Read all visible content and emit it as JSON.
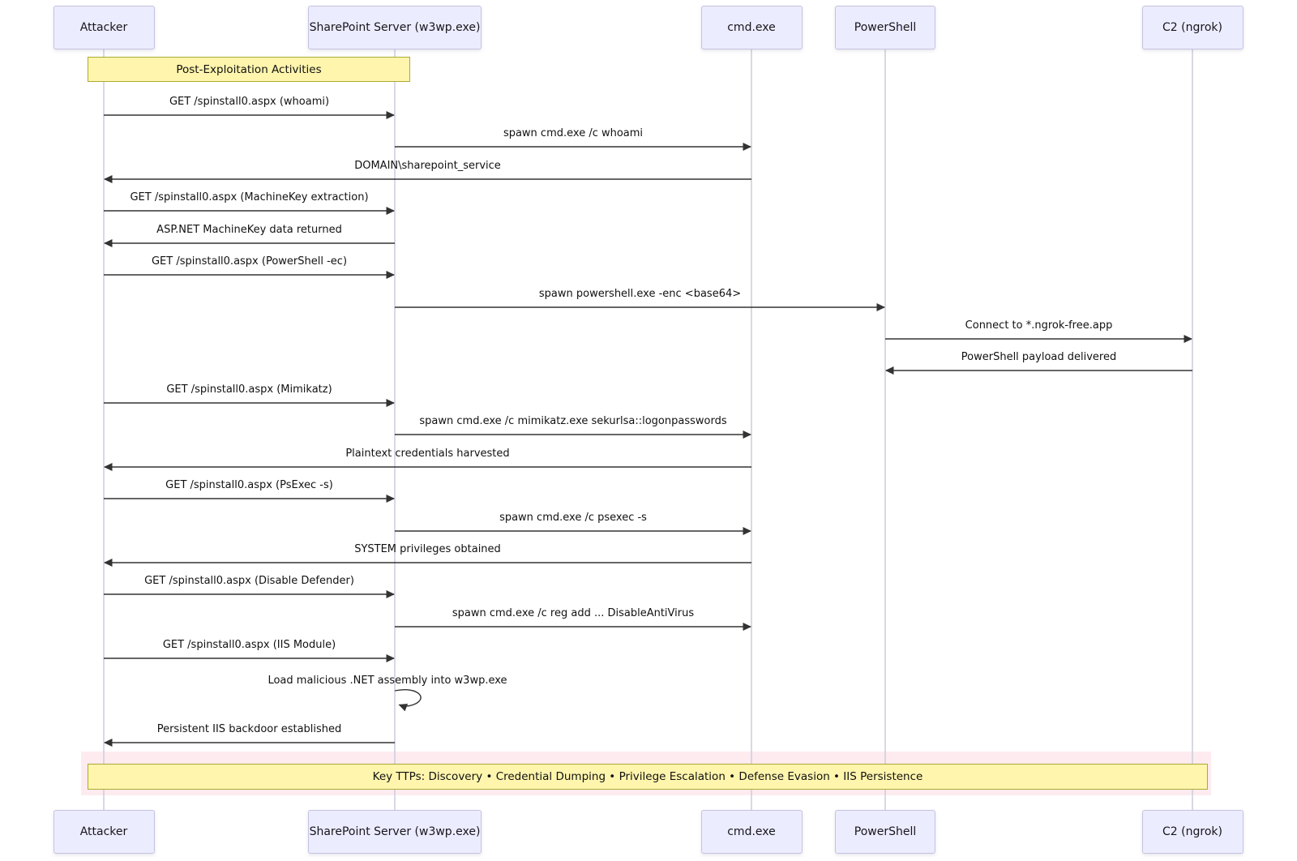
{
  "diagram": {
    "top_note": "Post-Exploitation Activities",
    "bottom_note": "Key TTPs: Discovery • Credential Dumping • Privilege Escalation • Defense Evasion • IIS Persistence",
    "actors": [
      {
        "id": "attacker",
        "label": "Attacker"
      },
      {
        "id": "sharepoint",
        "label": "SharePoint Server (w3wp.exe)"
      },
      {
        "id": "cmd",
        "label": "cmd.exe"
      },
      {
        "id": "powershell",
        "label": "PowerShell"
      },
      {
        "id": "c2",
        "label": "C2 (ngrok)"
      }
    ],
    "messages": [
      {
        "from": "attacker",
        "to": "sharepoint",
        "label": "GET /spinstall0.aspx (whoami)"
      },
      {
        "from": "sharepoint",
        "to": "cmd",
        "label": "spawn cmd.exe /c whoami"
      },
      {
        "from": "cmd",
        "to": "attacker",
        "label": "DOMAIN\\sharepoint_service"
      },
      {
        "from": "attacker",
        "to": "sharepoint",
        "label": "GET /spinstall0.aspx (MachineKey extraction)"
      },
      {
        "from": "sharepoint",
        "to": "attacker",
        "label": "ASP.NET MachineKey data returned"
      },
      {
        "from": "attacker",
        "to": "sharepoint",
        "label": "GET /spinstall0.aspx (PowerShell -ec)"
      },
      {
        "from": "sharepoint",
        "to": "powershell",
        "label": "spawn powershell.exe -enc <base64>"
      },
      {
        "from": "powershell",
        "to": "c2",
        "label": "Connect to *.ngrok-free.app"
      },
      {
        "from": "c2",
        "to": "powershell",
        "label": "PowerShell payload delivered"
      },
      {
        "from": "attacker",
        "to": "sharepoint",
        "label": "GET /spinstall0.aspx (Mimikatz)"
      },
      {
        "from": "sharepoint",
        "to": "cmd",
        "label": "spawn cmd.exe /c mimikatz.exe sekurlsa::logonpasswords"
      },
      {
        "from": "cmd",
        "to": "attacker",
        "label": "Plaintext credentials harvested"
      },
      {
        "from": "attacker",
        "to": "sharepoint",
        "label": "GET /spinstall0.aspx (PsExec -s)"
      },
      {
        "from": "sharepoint",
        "to": "cmd",
        "label": "spawn cmd.exe /c psexec -s"
      },
      {
        "from": "cmd",
        "to": "attacker",
        "label": "SYSTEM privileges obtained"
      },
      {
        "from": "attacker",
        "to": "sharepoint",
        "label": "GET /spinstall0.aspx (Disable Defender)"
      },
      {
        "from": "sharepoint",
        "to": "cmd",
        "label": "spawn cmd.exe /c reg add ... DisableAntiVirus"
      },
      {
        "from": "attacker",
        "to": "sharepoint",
        "label": "GET /spinstall0.aspx (IIS Module)"
      },
      {
        "from": "sharepoint",
        "to": "sharepoint",
        "label": "Load malicious .NET assembly into w3wp.exe",
        "self": true
      },
      {
        "from": "sharepoint",
        "to": "attacker",
        "label": "Persistent IIS backdoor established"
      }
    ],
    "colors": {
      "actor_fill": "#ECECFF",
      "actor_border": "#c3c3e0",
      "note_fill": "#FFF5AD",
      "note_border": "#AAAA33",
      "highlight_band": "#FDEBEF",
      "arrow": "#333333",
      "lifeline": "#ccccdd"
    }
  }
}
